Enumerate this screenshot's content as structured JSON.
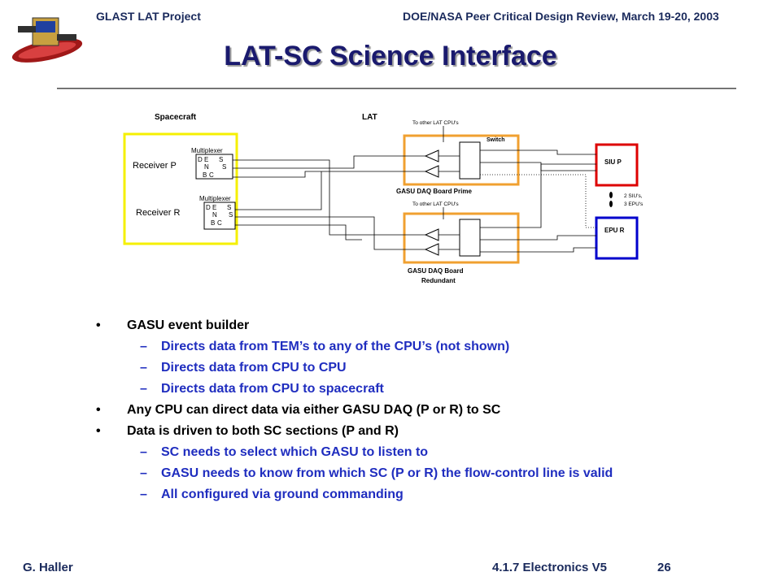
{
  "header": {
    "left": "GLAST LAT Project",
    "right": "DOE/NASA Peer Critical Design Review, March 19-20, 2003"
  },
  "title": "LAT-SC Science Interface",
  "diagram": {
    "spacecraft_label": "Spacecraft",
    "lat_label": "LAT",
    "receiver_p": "Receiver P",
    "receiver_r": "Receiver R",
    "multiplexer": "Multiplexer",
    "mux_d": "D",
    "mux_e": "E",
    "mux_n": "N",
    "mux_b": "B",
    "mux_c": "C",
    "mux_s": "S",
    "to_other_cpus": "To other LAT CPU's",
    "switch": "Switch",
    "gasu_prime": "GASU DAQ Board Prime",
    "gasu_redundant_1": "GASU DAQ Board",
    "gasu_redundant_2": "Redundant",
    "siu_p": "SIU P",
    "epu_r": "EPU R",
    "siu_count": "2 SIU's,",
    "epu_count": "3 EPU's",
    "colors": {
      "spacecraft_box": "#f5f000",
      "gasu_box": "#f0a030",
      "cpu_box": "#0000cc",
      "siu_p_box": "#dd0000"
    }
  },
  "bullets": [
    {
      "level": 1,
      "text": "GASU event builder"
    },
    {
      "level": 2,
      "text": "Directs data from TEM’s to any of the CPU’s (not shown)"
    },
    {
      "level": 2,
      "text": "Directs data from CPU to CPU"
    },
    {
      "level": 2,
      "text": "Directs data from CPU to spacecraft"
    },
    {
      "level": 1,
      "text": "Any CPU can direct data via either GASU DAQ (P or R) to SC"
    },
    {
      "level": 1,
      "text": "Data is driven to both SC sections (P and R)"
    },
    {
      "level": 2,
      "text": "SC needs to select which GASU to listen to"
    },
    {
      "level": 2,
      "text": "GASU needs to know from which SC (P or R) the flow-control line is valid"
    },
    {
      "level": 2,
      "text": "All configured via ground commanding"
    }
  ],
  "footer": {
    "left": "G. Haller",
    "middle": "4.1.7 Electronics  V5",
    "page": "26"
  }
}
